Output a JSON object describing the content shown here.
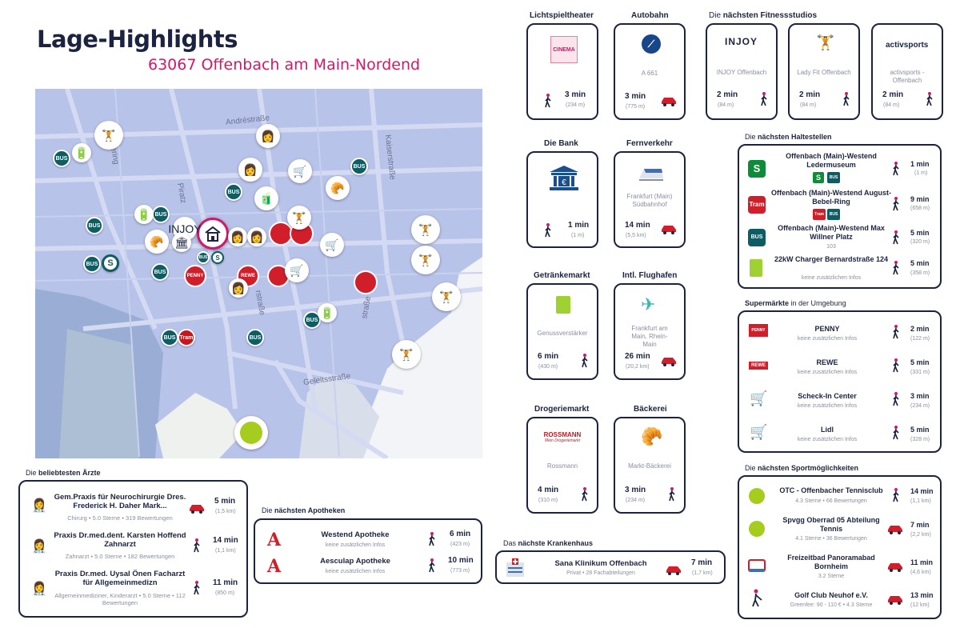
{
  "header": {
    "title": "Lage-Highlights",
    "subtitle": "63067 Offenbach am Main-Nordend"
  },
  "map": {
    "streets": [
      "Andréstraße",
      "Kaiserstraße",
      "Geleitsstraße",
      "straße",
      "Piratz",
      "ering",
      "rstraße"
    ],
    "bus_label": "BUS",
    "tram_label": "Tram",
    "s_label": "S",
    "penny_label": "PENNY",
    "rewe_label": "REWE",
    "home_icon": "home-icon"
  },
  "cards": [
    {
      "id": "kino",
      "title": "Lichtspieltheater",
      "name": "",
      "time": "3 min",
      "dist": "(234 m)",
      "mode": "walk",
      "icon": "cinema-icon",
      "icon_text": "CINEMA"
    },
    {
      "id": "autobahn",
      "title": "Autobahn",
      "name": "A 661",
      "time": "3 min",
      "dist": "(775 m)",
      "mode": "car",
      "icon": "highway-icon"
    },
    {
      "id": "bank",
      "title": "Die Bank",
      "name": "",
      "time": "1 min",
      "dist": "(1 m)",
      "mode": "walk",
      "icon": "bank-icon"
    },
    {
      "id": "fern",
      "title": "Fernverkehr",
      "name": "Frankfurt (Main) Südbahnhof",
      "time": "14 min",
      "dist": "(5,5 km)",
      "mode": "car",
      "icon": "train-icon"
    },
    {
      "id": "getr",
      "title": "Getränkemarkt",
      "name": "Genussverstärker",
      "time": "6 min",
      "dist": "(430 m)",
      "mode": "walk",
      "icon": "drinks-icon"
    },
    {
      "id": "flug",
      "title": "Intl. Flughafen",
      "name": "Frankfurt am Main, Rhein-Main",
      "time": "26 min",
      "dist": "(20,2 km)",
      "mode": "car",
      "icon": "airplane-icon"
    },
    {
      "id": "drog",
      "title": "Drogeriemarkt",
      "name": "Rossmann",
      "time": "4 min",
      "dist": "(310 m)",
      "mode": "walk",
      "icon": "rossmann-icon",
      "icon_text": "ROSSMANN",
      "icon_sub": "Mein Drogeriemarkt"
    },
    {
      "id": "baeck",
      "title": "Bäckerei",
      "name": "Markt-Bäckerei",
      "time": "3 min",
      "dist": "(234 m)",
      "mode": "walk",
      "icon": "croissant-icon"
    }
  ],
  "fitness": {
    "title_pre": "Die ",
    "title_bold": "nächsten Fitnessstudios",
    "items": [
      {
        "name": "INJOY Offenbach",
        "logo": "INJOY",
        "time": "2 min",
        "dist": "(84 m)",
        "icon": "injoy-logo-icon"
      },
      {
        "name": "Lady Fit Offenbach",
        "time": "2 min",
        "dist": "(84 m)",
        "icon": "weightlifter-icon"
      },
      {
        "name": "activsports - Offenbach",
        "logo": "activsports",
        "time": "2 min",
        "dist": "(84 m)",
        "icon": "activsports-logo-icon"
      }
    ]
  },
  "stops": {
    "title_pre": "Die ",
    "title_bold": "nächsten Haltestellen",
    "items": [
      {
        "name": "Offenbach (Main)-Westend Ledermuseum",
        "badges": [
          "S",
          "BUS"
        ],
        "time": "1 min",
        "dist": "(1 m)",
        "icon": "s-bahn-icon",
        "icon_text": "S"
      },
      {
        "name": "Offenbach (Main)-Westend August-Bebel-Ring",
        "badges": [
          "Tram",
          "BUS"
        ],
        "time": "9 min",
        "dist": "(658 m)",
        "icon": "tram-icon",
        "icon_text": "Tram"
      },
      {
        "name": "Offenbach (Main)-Westend Max Willner Platz",
        "sub": "103",
        "time": "5 min",
        "dist": "(320 m)",
        "icon": "bus-icon",
        "icon_text": "BUS"
      },
      {
        "name": "22kW Charger Bernardstraße 124",
        "sub": "keine zusätzlichen Infos",
        "time": "5 min",
        "dist": "(358 m)",
        "icon": "ev-charger-icon"
      }
    ]
  },
  "supermarkets": {
    "title_bold": "Supermärkte",
    "title_post": " in der Umgebung",
    "items": [
      {
        "name": "PENNY",
        "sub": "keine zusätzlichen Infos",
        "time": "2 min",
        "dist": "(122 m)",
        "icon": "penny-logo-icon",
        "logo": "PENNY"
      },
      {
        "name": "REWE",
        "sub": "keine zusätzlichen Infos",
        "time": "5 min",
        "dist": "(331 m)",
        "icon": "rewe-logo-icon",
        "logo": "REWE"
      },
      {
        "name": "Scheck-In Center",
        "sub": "keine zusätzlichen Infos",
        "time": "3 min",
        "dist": "(234 m)",
        "icon": "cart-icon"
      },
      {
        "name": "Lidl",
        "sub": "keine zusätzlichen Infos",
        "time": "5 min",
        "dist": "(328 m)",
        "icon": "cart-icon"
      }
    ]
  },
  "sports": {
    "title_pre": "Die ",
    "title_bold": "nächsten Sportmöglichkeiten",
    "items": [
      {
        "name": "OTC - Offenbacher Tennisclub",
        "sub": "4.3 Sterne • 66 Bewertungen",
        "time": "14 min",
        "dist": "(1,1 km)",
        "mode": "walk",
        "icon": "tennis-ball-icon"
      },
      {
        "name": "Spvgg Oberrad 05 Abteilung Tennis",
        "sub": "4.1 Sterne • 36 Bewertungen",
        "time": "7 min",
        "dist": "(2,2 km)",
        "mode": "car",
        "icon": "tennis-ball-icon"
      },
      {
        "name": "Freizeitbad Panoramabad Bornheim",
        "sub": "3.2 Sterne",
        "time": "11 min",
        "dist": "(4,6 km)",
        "mode": "car",
        "icon": "swimming-icon"
      },
      {
        "name": "Golf Club Neuhof e.V.",
        "sub": "Greenfee: 90 - 110 € • 4.3 Sterne",
        "time": "13 min",
        "dist": "(12 km)",
        "mode": "car",
        "icon": "golf-icon"
      }
    ]
  },
  "doctors": {
    "title_pre": "Die ",
    "title_bold": "beliebtesten Ärzte",
    "items": [
      {
        "name": "Gem.Praxis für Neurochirurgie Dres. Frederick H. Daher Mark...",
        "sub": "Chirurg • 5.0 Sterne • 319 Bewertungen",
        "time": "5 min",
        "dist": "(1,5 km)",
        "mode": "car"
      },
      {
        "name": "Praxis Dr.med.dent. Karsten Hoffend Zahnarzt",
        "sub": "Zahnarzt • 5.0 Sterne • 182 Bewertungen",
        "time": "14 min",
        "dist": "(1,1 km)",
        "mode": "walk"
      },
      {
        "name": "Praxis Dr.med. Uysal Önen Facharzt für Allgemeinmedizn",
        "sub": "Allgemeinmediziner, Kinderarzt • 5.0 Sterne • 112 Bewertungen",
        "time": "11 min",
        "dist": "(850 m)",
        "mode": "walk"
      }
    ]
  },
  "pharmacies": {
    "title_pre": "Die ",
    "title_bold": "nächsten Apotheken",
    "items": [
      {
        "name": "Westend Apotheke",
        "sub": "keine zusätzlichen Infos",
        "time": "6 min",
        "dist": "(423 m)"
      },
      {
        "name": "Aesculap Apotheke",
        "sub": "keine zusätzlichen Infos",
        "time": "10 min",
        "dist": "(773 m)"
      }
    ]
  },
  "hospital": {
    "title_pre": "Das ",
    "title_bold": "nächste Krankenhaus",
    "name": "Sana Klinikum Offenbach",
    "sub": "Privat • 28 Fachabteilungen",
    "time": "7 min",
    "dist": "(1,7 km)"
  }
}
